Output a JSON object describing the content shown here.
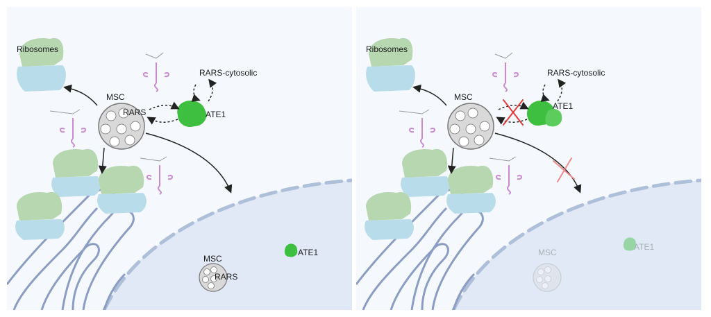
{
  "left_panel": {
    "labels": {
      "ribosomes": "Ribosomes",
      "msc": "MSC",
      "rars": "RARS",
      "ate1": "ATE1",
      "rars_cytosolic": "RARS-cytosolic",
      "nuclear_msc": "MSC",
      "nuclear_rars": "RARS",
      "nuclear_ate1": "ATE1"
    }
  },
  "right_panel": {
    "labels": {
      "ribosomes": "Ribosomes",
      "msc": "MSC",
      "ate1": "ATE1",
      "rars_cytosolic": "RARS-cytosolic",
      "nuclear_msc": "MSC",
      "nuclear_ate1": "ATE1"
    }
  },
  "colors": {
    "ribosome_large": "#b7d7b1",
    "ribosome_small": "#b9dcea",
    "er_membrane": "#8b9dc3",
    "nucleus": "#e1e9f7",
    "msc_complex": "#d9d9d9",
    "ate1": "#3fbf3f",
    "trna": "#c98bd0",
    "inhibition_mark": "#e33b3b"
  }
}
